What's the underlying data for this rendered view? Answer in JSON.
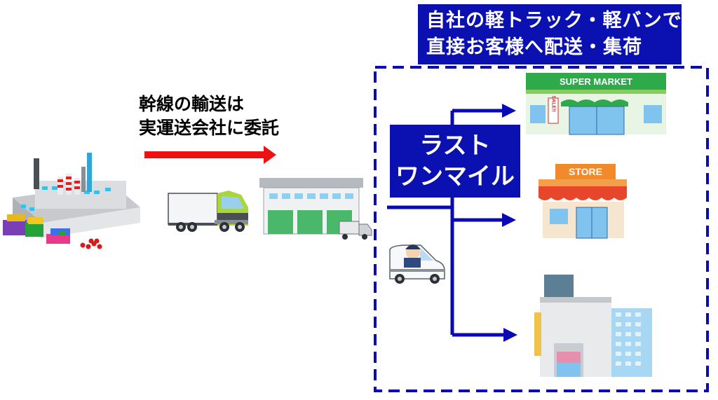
{
  "banner": {
    "line1": "自社の軽トラック・軽バンで",
    "line2": "直接お客様へ配送・集荷"
  },
  "trunk": {
    "line1": "幹線の輸送は",
    "line2": "実運送会社に委託"
  },
  "last_mile": {
    "line1": "ラスト",
    "line2": "ワンマイル"
  },
  "signs": {
    "supermarket": "SUPER MARKET",
    "sale": "SALE!!",
    "store": "STORE"
  },
  "colors": {
    "label_bg": "#0b10b0",
    "arrow_blue": "#0a0ab4",
    "arrow_red": "#ee1111",
    "dashed_border": "#0a0ab4"
  },
  "icons": [
    "factory-icon",
    "truck-icon",
    "warehouse-icon",
    "delivery-van-icon",
    "supermarket-icon",
    "store-icon",
    "building-icon"
  ]
}
